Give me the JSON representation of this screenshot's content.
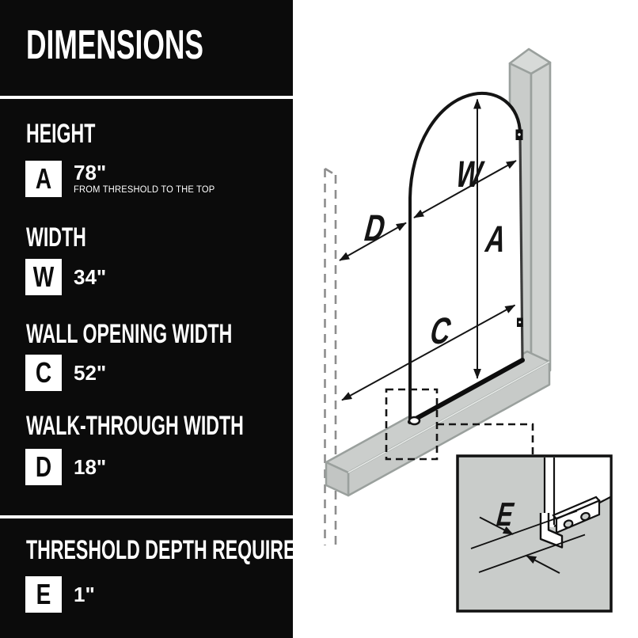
{
  "sidebar": {
    "title": "DIMENSIONS",
    "specs": [
      {
        "label": "HEIGHT",
        "letter": "A",
        "value": "78\"",
        "note": "FROM THRESHOLD TO THE TOP"
      },
      {
        "label": "WIDTH",
        "letter": "W",
        "value": "34\"",
        "note": ""
      },
      {
        "label": "WALL OPENING WIDTH",
        "letter": "C",
        "value": "52\"",
        "note": ""
      },
      {
        "label": "WALK-THROUGH WIDTH",
        "letter": "D",
        "value": "18\"",
        "note": ""
      },
      {
        "label": "THRESHOLD DEPTH REQUIRED",
        "letter": "E",
        "value": "1\"",
        "note": ""
      }
    ]
  },
  "diagram": {
    "labels": {
      "width": "W",
      "height": "A",
      "walk_through": "D",
      "wall_opening": "C",
      "threshold_depth": "E"
    },
    "colors": {
      "sidebar_bg": "#0b0b0b",
      "sidebar_text": "#ffffff",
      "divider": "#ffffff",
      "structure_fill": "#cbcecc",
      "structure_outline": "#9aa09d",
      "line": "#141414",
      "detail_bg": "#c9ccca",
      "glass_fill": "#ffffff"
    }
  }
}
